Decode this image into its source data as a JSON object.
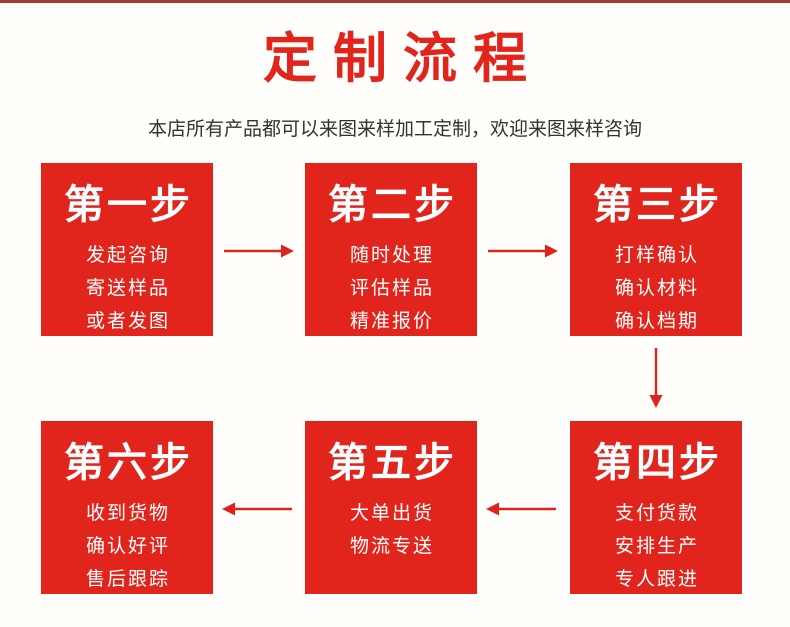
{
  "page": {
    "background": "#fffefb",
    "top_bar_color": "#a23b31"
  },
  "colors": {
    "box_red": "#e1251c",
    "title_red": "#e1251c",
    "arrow_red": "#e0231a",
    "subtitle_gray": "#333333",
    "step_text_white": "#ffffff"
  },
  "header": {
    "title": "定制流程",
    "subtitle": "本店所有产品都可以来图来样加工定制，欢迎来图来样咨询"
  },
  "steps": [
    {
      "title": "第一步",
      "lines": [
        "发起咨询",
        "寄送样品",
        "或者发图"
      ]
    },
    {
      "title": "第二步",
      "lines": [
        "随时处理",
        "评估样品",
        "精准报价"
      ]
    },
    {
      "title": "第三步",
      "lines": [
        "打样确认",
        "确认材料",
        "确认档期"
      ]
    },
    {
      "title": "第四步",
      "lines": [
        "支付货款",
        "安排生产",
        "专人跟进"
      ]
    },
    {
      "title": "第五步",
      "lines": [
        "大单出货",
        "物流专送"
      ]
    },
    {
      "title": "第六步",
      "lines": [
        "收到货物",
        "确认好评",
        "售后跟踪"
      ]
    }
  ],
  "flow": {
    "arrows": [
      {
        "from": "step-1",
        "to": "step-2",
        "direction": "right"
      },
      {
        "from": "step-2",
        "to": "step-3",
        "direction": "right"
      },
      {
        "from": "step-3",
        "to": "step-4",
        "direction": "down"
      },
      {
        "from": "step-4",
        "to": "step-5",
        "direction": "left"
      },
      {
        "from": "step-5",
        "to": "step-6",
        "direction": "left"
      }
    ]
  }
}
